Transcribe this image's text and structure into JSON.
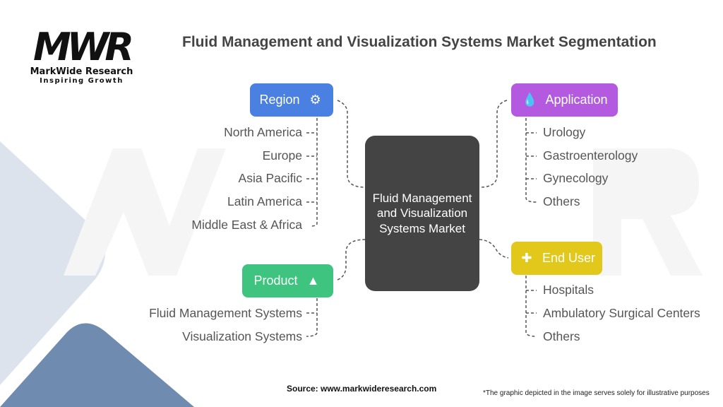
{
  "logo": {
    "mark": "MWR",
    "name": "MarkWide Research",
    "tagline": "Inspiring Growth"
  },
  "title": "Fluid Management and Visualization Systems Market Segmentation",
  "center": "Fluid Management and Visualization Systems Market",
  "segments": {
    "region": {
      "label": "Region",
      "icon": "location-gear-icon",
      "color": "#4a80e2",
      "items": [
        "North America",
        "Europe",
        "Asia Pacific",
        "Latin America",
        "Middle East & Africa"
      ]
    },
    "application": {
      "label": "Application",
      "icon": "dropper-icon",
      "color": "#b35ae0",
      "items": [
        "Urology",
        "Gastroenterology",
        "Gynecology",
        "Others"
      ]
    },
    "product": {
      "label": "Product",
      "icon": "document-icon",
      "color": "#3ec47f",
      "items": [
        "Fluid Management Systems",
        "Visualization Systems"
      ]
    },
    "end_user": {
      "label": "End User",
      "icon": "shield-plus-icon",
      "color": "#e1c81b",
      "items": [
        "Hospitals",
        "Ambulatory Surgical Centers",
        "Others"
      ]
    }
  },
  "source": "Source: www.markwideresearch.com",
  "note": "*The graphic depicted in the image serves solely for illustrative purposes"
}
